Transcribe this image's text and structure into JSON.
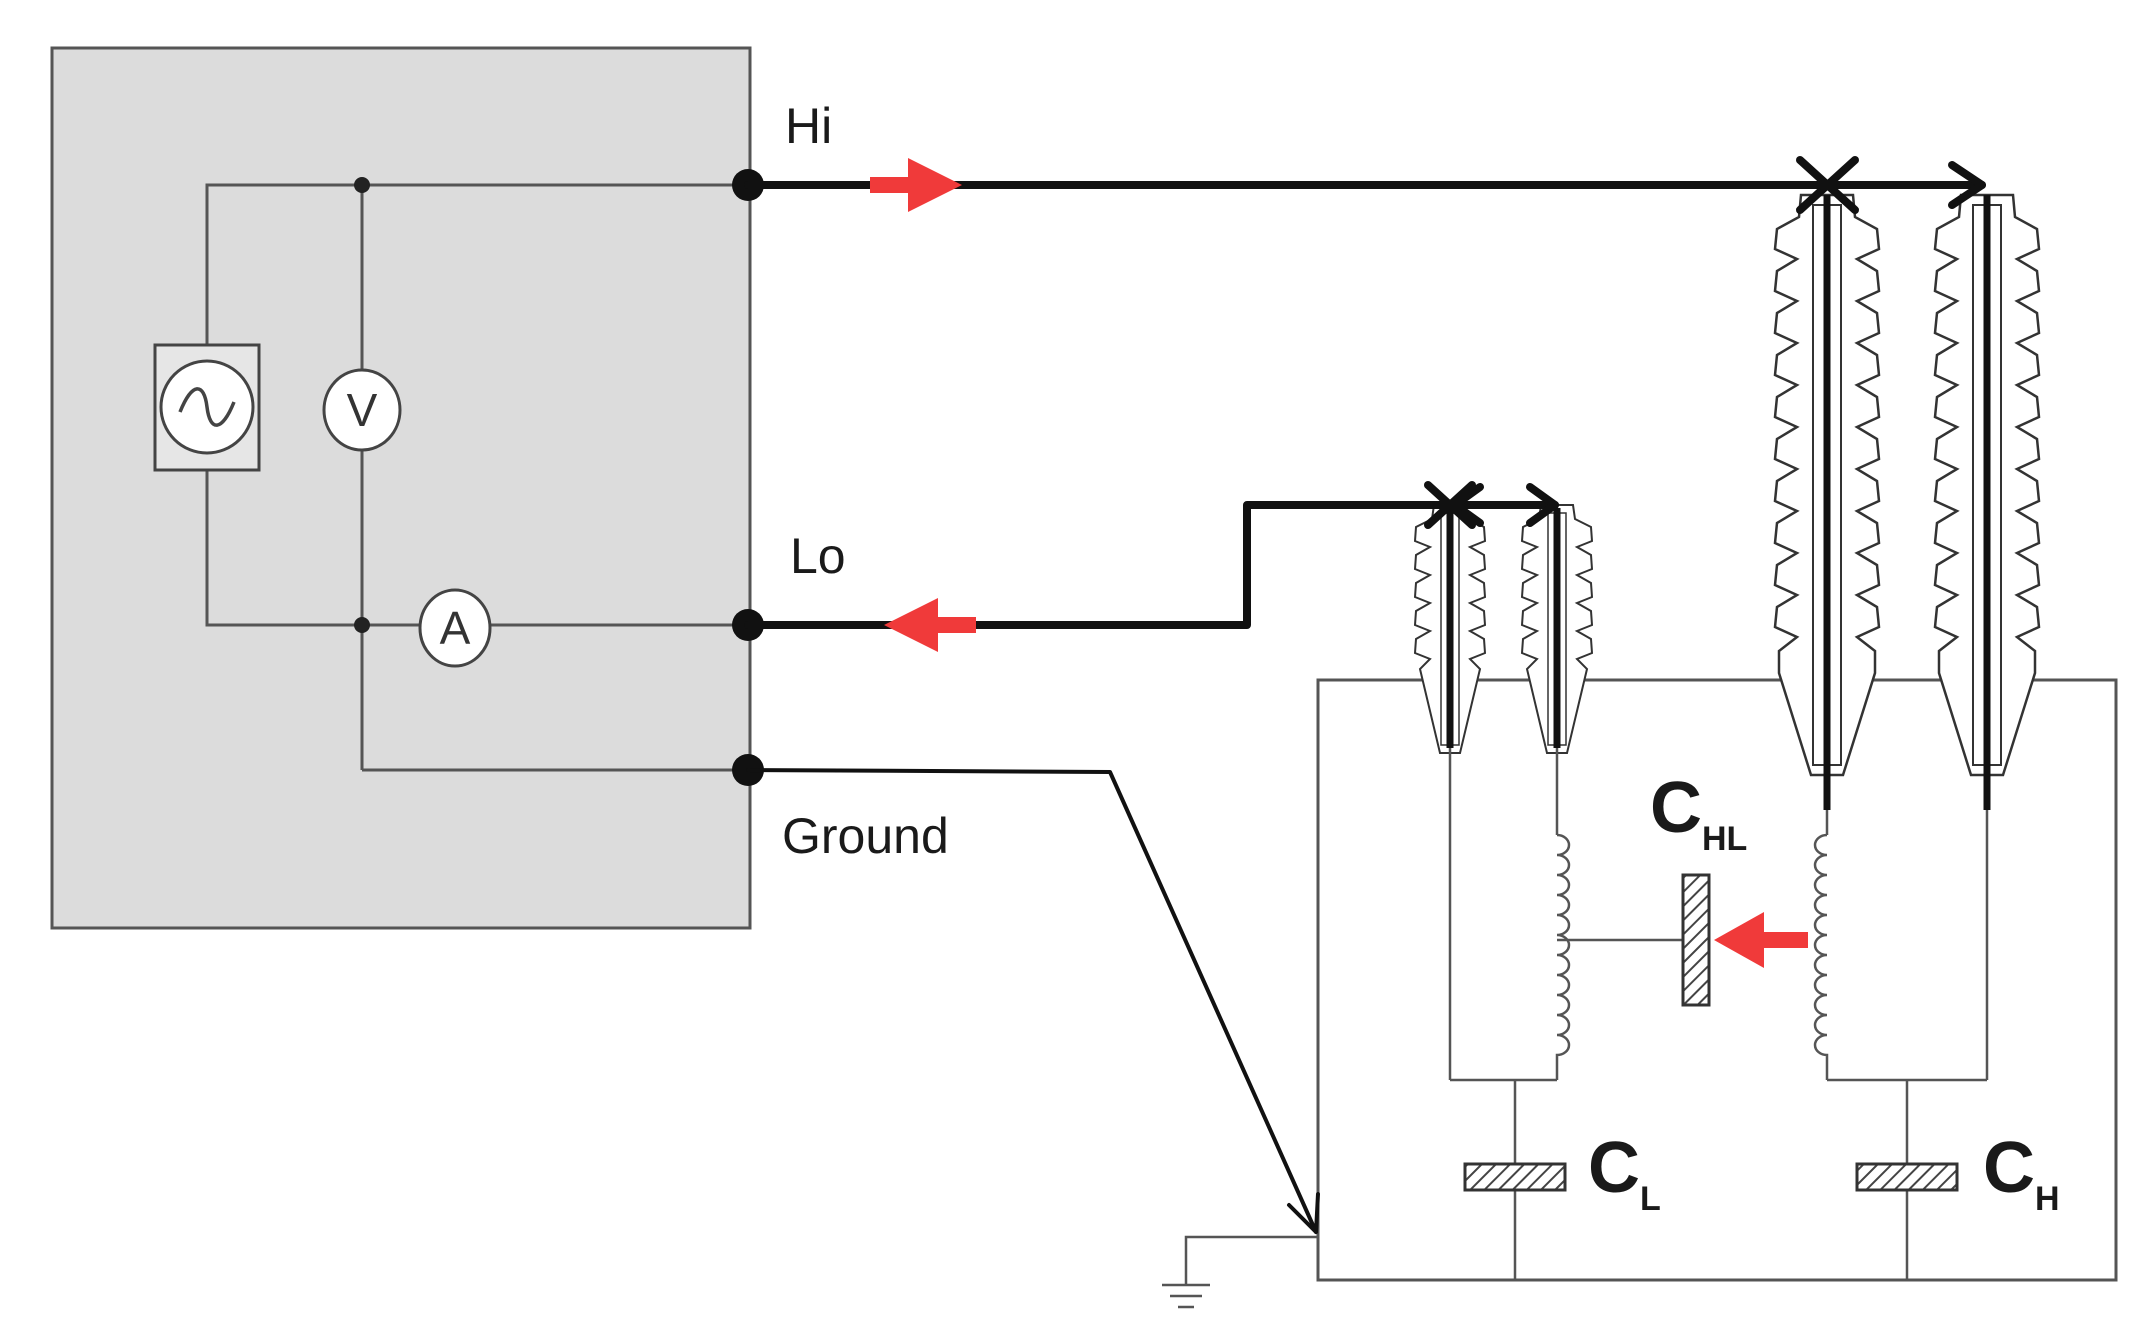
{
  "terminals": {
    "hi": "Hi",
    "lo": "Lo",
    "ground": "Ground"
  },
  "meters": {
    "voltmeter": "V",
    "ammeter": "A"
  },
  "capacitances": {
    "chl": {
      "main": "C",
      "sub": "HL"
    },
    "cl": {
      "main": "C",
      "sub": "L"
    },
    "ch": {
      "main": "C",
      "sub": "H"
    }
  },
  "colors": {
    "instrument_box": "#dcdcdc",
    "wire": "#111111",
    "current_arrow": "#f03a3a",
    "thin_line": "#555555"
  },
  "icons": {
    "source": "ac-source-icon",
    "ground": "ground-symbol-icon"
  }
}
